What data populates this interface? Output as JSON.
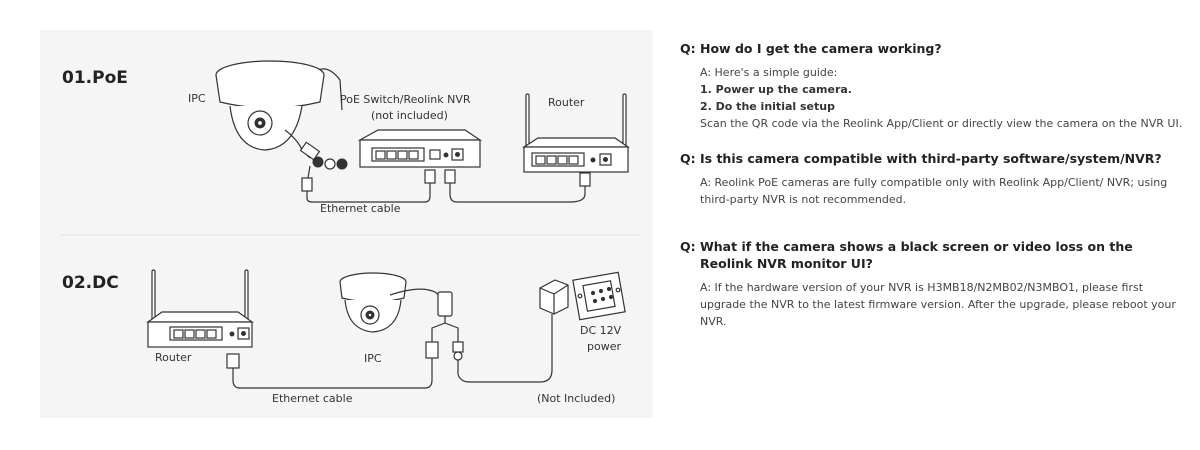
{
  "diagram": {
    "poe": {
      "title": "01.PoE",
      "ipc": "IPC",
      "switch_line1": "PoE Switch/Reolink NVR",
      "switch_line2": "(not included)",
      "router": "Router",
      "cable": "Ethernet cable"
    },
    "dc": {
      "title": "02.DC",
      "router": "Router",
      "ipc": "IPC",
      "power_line1": "DC 12V",
      "power_line2": "power",
      "cable": "Ethernet cable",
      "not_included": "(Not Included)"
    }
  },
  "faq": [
    {
      "q_prefix": "Q:",
      "question": "How do I get the camera working?",
      "answer": [
        {
          "text": "A: Here's a simple guide:",
          "bold": false
        },
        {
          "text": "1. Power up the camera.",
          "bold": true
        },
        {
          "text": "2. Do the initial setup",
          "bold": true
        },
        {
          "text": "Scan the QR code via the Reolink App/Client or directly view the camera on the NVR UI.",
          "bold": false
        }
      ]
    },
    {
      "q_prefix": "Q:",
      "question": "Is this camera compatible with third-party software/system/NVR?",
      "answer": [
        {
          "text": "A: Reolink PoE cameras are fully compatible only with Reolink App/Client/ NVR; using third-party NVR is not recommended.",
          "bold": false
        }
      ]
    },
    {
      "q_prefix": "Q:",
      "question": "What if the camera shows a black screen or video loss on the Reolink NVR monitor UI?",
      "answer": [
        {
          "text": "A: If the hardware version of your NVR is H3MB18/N2MB02/N3MBO1, please first upgrade the NVR to the latest firmware version. After the upgrade, please reboot your NVR.",
          "bold": false
        }
      ]
    }
  ]
}
